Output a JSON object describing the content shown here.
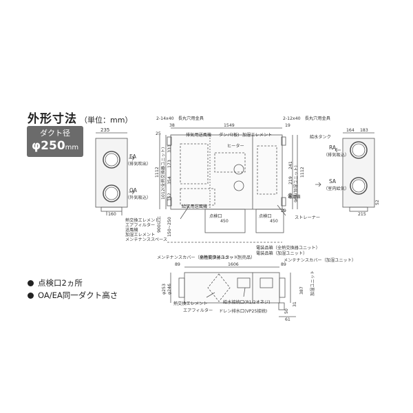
{
  "title": {
    "main": "外形寸法",
    "unit": "（単位：mm）"
  },
  "duct": {
    "label": "ダクト径",
    "value": "φ250",
    "unit": "mm"
  },
  "notes": [
    "点検口2ヵ所",
    "OA/EA同一ダクト高さ"
  ],
  "left_view": {
    "width": "235",
    "ea": {
      "code": "EA",
      "name": "（排気吹出）"
    },
    "oa": {
      "code": "OA",
      "name": "（外気吸込）"
    },
    "bottom_dim": "160"
  },
  "right_view": {
    "dims_top": [
      "164",
      "183"
    ],
    "tank": "給水タンク",
    "ra": {
      "code": "RA",
      "name": "（排気吸込）"
    },
    "sa": {
      "code": "SA",
      "name": "（室内給気）"
    },
    "dim_52": "52",
    "dim_215": "215"
  },
  "plan_view": {
    "hole_left": "2-14x40　長丸穴用金具",
    "hole_right": "2-12x40　長丸穴用金具",
    "dim_38": "38",
    "dim_1549": "1549",
    "dim_19": "19",
    "exhaust_fan": "排気用送風機",
    "damper": "ダンパ(板)",
    "humid_element": "加湿エレメント",
    "heater": "ヒーター",
    "supply_fan": "給気用送風機",
    "strainer": "ストレーナー",
    "dim_1112_left": "1112",
    "dim_1012": "1012(全熱交換器ユニット)",
    "dims_left": [
      "333",
      "173",
      "354",
      "152"
    ],
    "dim_25": "25",
    "dim_900": "900以上",
    "dim_150_250": "150~250",
    "inspection_label_1": "点検口",
    "inspection_label_2": "点検口",
    "inspection_size": "450",
    "maint_lines": [
      "熱交換エレメント",
      "エアフィルター",
      "送風機",
      "加湿エレメント",
      "メンテナンススペース"
    ],
    "dim_1112_right": "1112",
    "dims_right": [
      "241",
      "219",
      "99"
    ],
    "dim_964": "964(加湿ユニット)",
    "power_box": "電源箱",
    "dim_29": "29"
  },
  "front_view": {
    "maint_cover_left": "メンテナンスカバー（全熱交換器ユニット）",
    "hifilter": "高性能フィルター（別売品）",
    "elec_box_full": "電装品箱（全熱交換器ユニット）",
    "elec_box_humid": "電装品箱（加湿ユニット）",
    "maint_cover_right": "メンテナンスカバー（加湿ユニット）",
    "dim_89": "89",
    "dim_1606": "1606",
    "dim_89_right": "89",
    "dia_253": "φ253",
    "dia_246": "φ246",
    "dim_387": "387",
    "humid_unit_v": "加湿ユニット",
    "heat_elem": "熱交換エレメント",
    "air_filter": "エアフィルター",
    "water_supply": "給水接続口(R1/2オネジ)",
    "drain": "ドレン排水口(VP25接続)",
    "dim_31": "31",
    "dim_50": "50",
    "dim_61": "61"
  }
}
